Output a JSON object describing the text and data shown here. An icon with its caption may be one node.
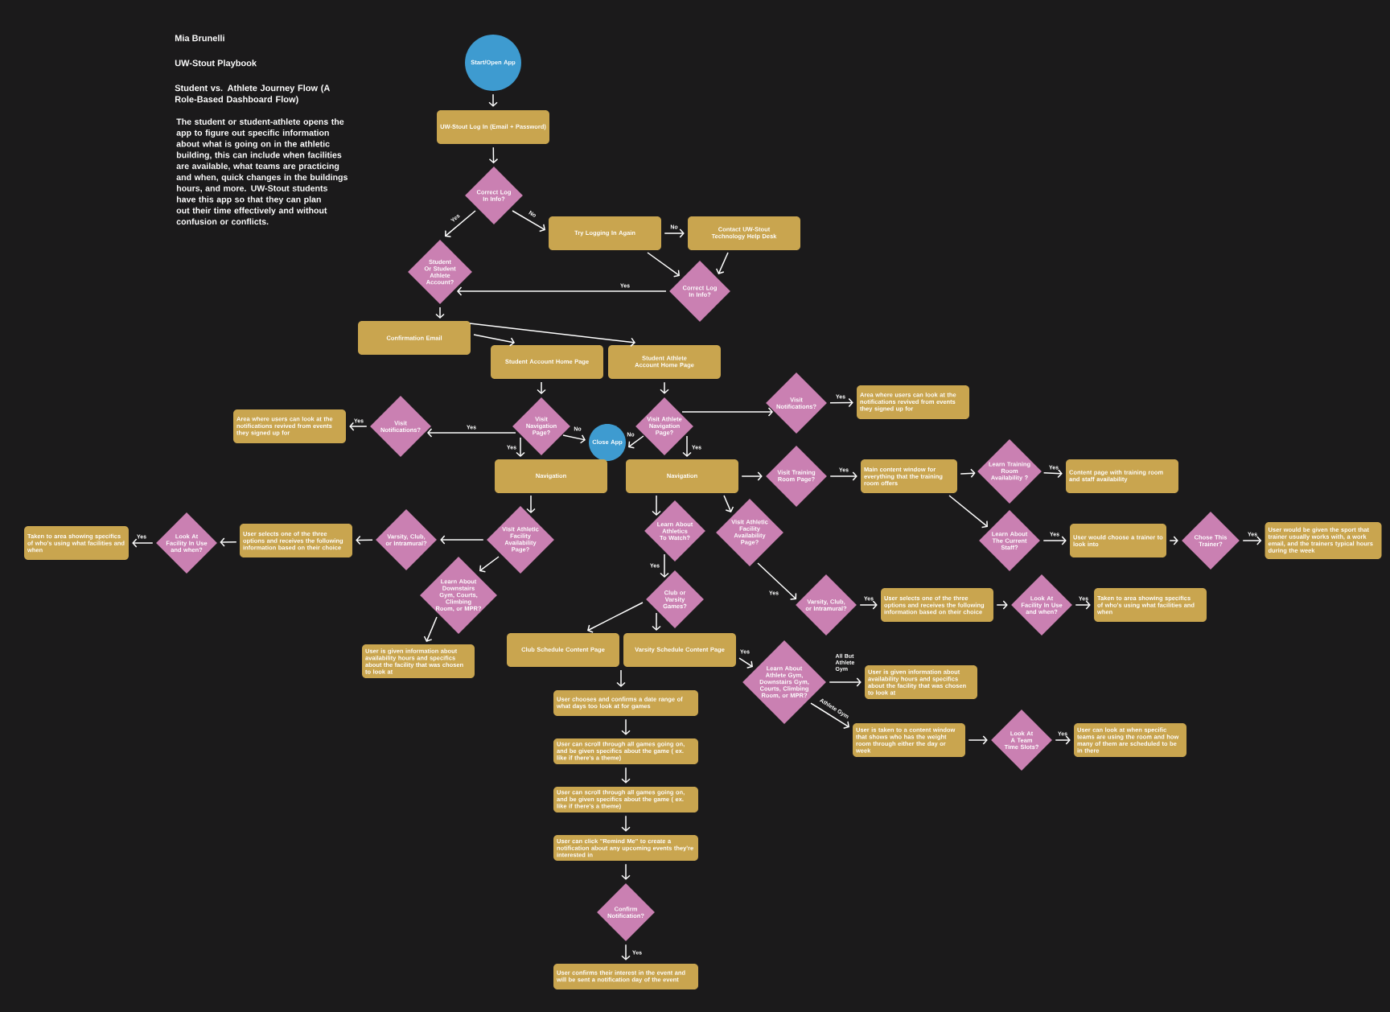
{
  "diagram": {
    "title": "Student vs. Athlete Journey Flow (A Role-Based Dashboard Flow)",
    "nodes": [
      {
        "text": [
          "Start/Open App"
        ]
      },
      {
        "text": [
          "UW-Stout Log In (Email + Password)"
        ]
      },
      {
        "text": [
          "Correct Log In Info?"
        ]
      },
      {
        "text": [
          "Try Logging In Again"
        ]
      },
      {
        "text": [
          "Contact UW-Stout Technology Help Desk"
        ]
      },
      {
        "text": [
          "Student Or Student Athlete Account?"
        ]
      },
      {
        "text": [
          "Correct Log In Info?"
        ]
      },
      {
        "text": [
          "Confirmation Email"
        ]
      },
      {
        "text": [
          "Student Account Home Page"
        ]
      },
      {
        "text": [
          "Student Athlete Account Home Page"
        ]
      },
      {
        "text": [
          "Visit Notifications?"
        ]
      },
      {
        "text": [
          "Area where users can look at the notifications revived from events they signed up for"
        ]
      },
      {
        "text": [
          "Area where users can look at the notifications revived from events they signed up for"
        ]
      },
      {
        "text": [
          "Visit Notifications?"
        ]
      },
      {
        "text": [
          "Visit Navigation Page?"
        ]
      },
      {
        "text": [
          "Visit Athlete Navigation Page?"
        ]
      },
      {
        "text": [
          "Close App"
        ]
      },
      {
        "text": [
          "Navigation"
        ]
      },
      {
        "text": [
          "Navigation"
        ]
      },
      {
        "text": [
          "Visit Training Room Page?"
        ]
      },
      {
        "text": [
          "Main content window for everything that the training room offers"
        ]
      },
      {
        "text": [
          "Learn Training Room Availability ?"
        ]
      },
      {
        "text": [
          "Content page with training room and staff availability"
        ]
      },
      {
        "text": [
          "Taken to area showing specifics of who's using what facilities and when"
        ]
      },
      {
        "text": [
          "Look At Facility In Use and when?"
        ]
      },
      {
        "text": [
          "User selects one of the three options and receives the following information based on their choice"
        ]
      },
      {
        "text": [
          "Varsity, Club, or Intramural?"
        ]
      },
      {
        "text": [
          "Visit Athletic Facility Availability Page?"
        ]
      },
      {
        "text": [
          "Learn About Athletics To Watch?"
        ]
      },
      {
        "text": [
          "Visit Athletic Facility Availability Page?"
        ]
      },
      {
        "text": [
          "Learn About The Current Staff?"
        ]
      },
      {
        "text": [
          "User would choose a trainer to look into"
        ]
      },
      {
        "text": [
          "Chose This Trainer?"
        ]
      },
      {
        "text": [
          "User would be given the sport that trainer usually works with, a work email, and the trainers typical hours during the week"
        ]
      },
      {
        "text": [
          "Learn About Downstairs Gym, Courts, Climbing Room, or MPR?"
        ]
      },
      {
        "text": [
          "Club or Varsity Games?"
        ]
      },
      {
        "text": [
          "Varsity, Club, or Intramural?"
        ]
      },
      {
        "text": [
          "User selects one of the three options and receives the following information based on their choice"
        ]
      },
      {
        "text": [
          "Look At Facility In Use and when?"
        ]
      },
      {
        "text": [
          "Taken to area showing specifics of who's using what facilities and when"
        ]
      },
      {
        "text": [
          "User is given information about availability hours and specifics about the facility that was chosen to look at"
        ]
      },
      {
        "text": [
          "Club Schedule Content Page"
        ]
      },
      {
        "text": [
          "Varsity Schedule Content Page"
        ]
      },
      {
        "text": [
          "Learn About Athlete Gym, Downstairs Gym, Courts, Climbing Room, or MPR?"
        ]
      },
      {
        "text": [
          "User is given information about availability hours and specifics about the facility that was chosen to look at"
        ]
      },
      {
        "text": [
          "User chooses and confirms a date range of what days too look at for games"
        ]
      },
      {
        "text": [
          "User is taken to a content window that shows who has the weight room through either the day or week"
        ]
      },
      {
        "text": [
          "Look At A Team Time Slots?"
        ]
      },
      {
        "text": [
          "User can look at when specific teams are using the room and how many of them are scheduled to be in there"
        ]
      },
      {
        "text": [
          "User can scroll through all games going on, and be given specifics about the game ( ex. like if there's a theme)"
        ]
      },
      {
        "text": [
          "User can scroll through all games going on, and be given specifics about the game ( ex. like if there's a theme)"
        ]
      },
      {
        "text": [
          "User can click \"Remind Me\" to create a notification about any upcoming events they're interested in"
        ]
      },
      {
        "text": [
          "Confirm Notification?"
        ]
      },
      {
        "text": [
          "User confirms their interest in the event and will be sent a notification day of the event"
        ]
      }
    ],
    "edges": [
      {
        "from": 0,
        "to": 1,
        "arrow": "to"
      },
      {
        "from": 1,
        "to": 2,
        "arrow": "to"
      },
      {
        "from": 2,
        "to": 5,
        "arrow": "to",
        "label": "Yes"
      },
      {
        "from": 2,
        "to": 3,
        "arrow": "to",
        "label": "No"
      },
      {
        "from": 3,
        "to": 4,
        "arrow": "to",
        "label": "No"
      },
      {
        "from": 3,
        "to": 6,
        "arrow": "to"
      },
      {
        "from": 4,
        "to": 6,
        "arrow": "to"
      },
      {
        "from": 6,
        "to": 5,
        "arrow": "to",
        "label": "Yes"
      },
      {
        "from": 5,
        "to": 7,
        "arrow": "to"
      },
      {
        "from": 7,
        "to": 8,
        "arrow": "to"
      },
      {
        "from": 7,
        "to": 9,
        "arrow": "to"
      },
      {
        "from": 8,
        "to": 14,
        "arrow": "to"
      },
      {
        "from": 9,
        "to": 15,
        "arrow": "to"
      },
      {
        "from": 15,
        "to": 10,
        "arrow": "to"
      },
      {
        "from": 10,
        "to": 11,
        "arrow": "to",
        "label": "Yes"
      },
      {
        "from": 14,
        "to": 13,
        "arrow": "to",
        "label": "Yes"
      },
      {
        "from": 13,
        "to": 12,
        "arrow": "to",
        "label": "Yes"
      },
      {
        "from": 14,
        "to": 16,
        "arrow": "to",
        "label": "No"
      },
      {
        "from": 15,
        "to": 16,
        "arrow": "to",
        "label": "No"
      },
      {
        "from": 14,
        "to": 17,
        "arrow": "to",
        "label": "Yes"
      },
      {
        "from": 15,
        "to": 18,
        "arrow": "to",
        "label": "Yes"
      },
      {
        "from": 18,
        "to": 19,
        "arrow": "to"
      },
      {
        "from": 19,
        "to": 20,
        "arrow": "to",
        "label": "Yes"
      },
      {
        "from": 20,
        "to": 21,
        "arrow": "to"
      },
      {
        "from": 21,
        "to": 22,
        "arrow": "to",
        "label": "Yes"
      },
      {
        "from": 20,
        "to": 30,
        "arrow": "to"
      },
      {
        "from": 30,
        "to": 31,
        "arrow": "to",
        "label": "Yes"
      },
      {
        "from": 31,
        "to": 32,
        "arrow": "to"
      },
      {
        "from": 32,
        "to": 33,
        "arrow": "to",
        "label": "Yes"
      },
      {
        "from": 17,
        "to": 27,
        "arrow": "to"
      },
      {
        "from": 27,
        "to": 26,
        "arrow": "to"
      },
      {
        "from": 26,
        "to": 25,
        "arrow": "to"
      },
      {
        "from": 25,
        "to": 24,
        "arrow": "to"
      },
      {
        "from": 24,
        "to": 23,
        "arrow": "to",
        "label": "Yes"
      },
      {
        "from": 27,
        "to": 34,
        "arrow": "to"
      },
      {
        "from": 34,
        "to": 40,
        "arrow": "to"
      },
      {
        "from": 18,
        "to": 28,
        "arrow": "to"
      },
      {
        "from": 18,
        "to": 29,
        "arrow": "to"
      },
      {
        "from": 28,
        "to": 35,
        "arrow": "to",
        "label": "Yes"
      },
      {
        "from": 35,
        "to": 41,
        "arrow": "to"
      },
      {
        "from": 35,
        "to": 42,
        "arrow": "to"
      },
      {
        "from": 29,
        "to": 36,
        "arrow": "to",
        "label": "Yes"
      },
      {
        "from": 36,
        "to": 37,
        "arrow": "to",
        "label": "Yes"
      },
      {
        "from": 37,
        "to": 38,
        "arrow": "to"
      },
      {
        "from": 38,
        "to": 39,
        "arrow": "to",
        "label": "Yes"
      },
      {
        "from": 42,
        "to": 43,
        "arrow": "to",
        "label": "Yes"
      },
      {
        "from": 43,
        "to": 44,
        "arrow": "to",
        "label": "All But Athlete Gym"
      },
      {
        "from": 43,
        "to": 46,
        "arrow": "to",
        "label": "Athlete Gym"
      },
      {
        "from": 46,
        "to": 47,
        "arrow": "to"
      },
      {
        "from": 47,
        "to": 48,
        "arrow": "to",
        "label": "Yes"
      },
      {
        "from": 42,
        "to": 45,
        "arrow": "to"
      },
      {
        "from": 45,
        "to": 49,
        "arrow": "to"
      },
      {
        "from": 49,
        "to": 50,
        "arrow": "to"
      },
      {
        "from": 50,
        "to": 51,
        "arrow": "to"
      },
      {
        "from": 51,
        "to": 52,
        "arrow": "to"
      },
      {
        "from": 52,
        "to": 53,
        "arrow": "to",
        "label": "Yes"
      }
    ],
    "labels": [
      "Mia Brunelli",
      "UW-Stout Playbook",
      "The student or student-athlete opens the app to figure out specific information about what is going on in the athletic building, this can include when facilities are available, what teams are practicing and when, quick changes in the buildings hours, and more. UW-Stout students have this app so that they can plan out their time effectively and without confusion or conflicts."
    ]
  }
}
